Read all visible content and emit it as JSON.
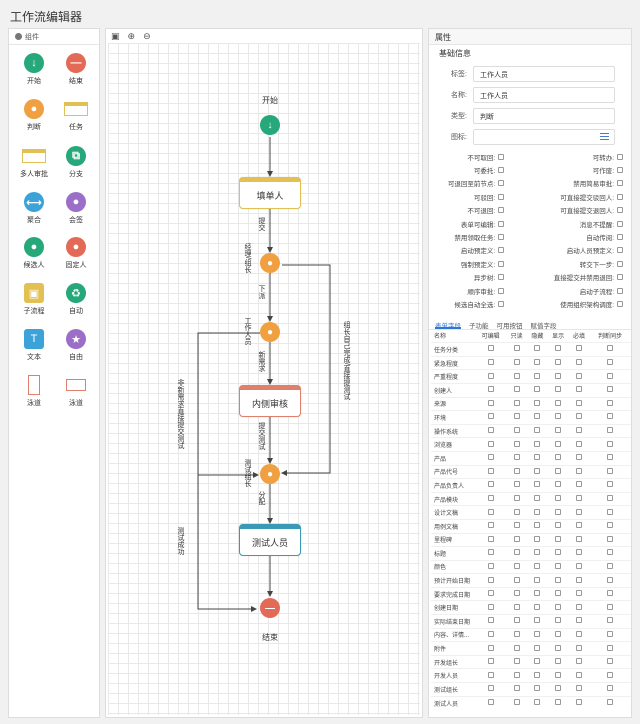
{
  "app": {
    "title": "工作流编辑器"
  },
  "palette": {
    "header": "组件",
    "items": [
      {
        "label": "开始",
        "icon": "arrow-down-icon",
        "color": "#26a87a"
      },
      {
        "label": "结束",
        "icon": "minus-icon",
        "color": "#e36a57"
      },
      {
        "label": "判断",
        "icon": "person-icon",
        "color": "#f0a040"
      },
      {
        "label": "任务",
        "icon": "task-rect-icon",
        "color": "#e3c054"
      },
      {
        "label": "多人审批",
        "icon": "task-rect-icon",
        "color": "#e3c054"
      },
      {
        "label": "分支",
        "icon": "branch-icon",
        "color": "#26a87a"
      },
      {
        "label": "聚合",
        "icon": "merge-icon",
        "color": "#3ba3d8"
      },
      {
        "label": "会签",
        "icon": "group-icon",
        "color": "#9b6fc7"
      },
      {
        "label": "候选人",
        "icon": "people-icon",
        "color": "#26a87a"
      },
      {
        "label": "固定人",
        "icon": "person-icon",
        "color": "#e36a57"
      },
      {
        "label": "子流程",
        "icon": "subprocess-icon",
        "color": "#e3c054"
      },
      {
        "label": "自动",
        "icon": "recycle-icon",
        "color": "#26a87a"
      },
      {
        "label": "文本",
        "icon": "text-icon",
        "color": "#3ba3d8"
      },
      {
        "label": "自由",
        "icon": "free-person-icon",
        "color": "#9b6fc7"
      },
      {
        "label": "泳道",
        "icon": "lane-vertical-icon",
        "color": "#e07f6c"
      },
      {
        "label": "泳道",
        "icon": "lane-horizontal-icon",
        "color": "#e07f6c"
      }
    ]
  },
  "canvas": {
    "toolbar": [
      "save-icon",
      "zoom-in-icon",
      "zoom-out-icon"
    ],
    "nodes": {
      "start": "开始",
      "fill": "填单人",
      "review": "内侧审核",
      "tester": "测试人员",
      "end": "结束"
    },
    "edges": {
      "submit": "提交",
      "manager": "经理/组长",
      "dispatch": "下派",
      "worker": "工作人员",
      "new_req": "新需求",
      "submit_test": "提交测试",
      "test_lead": "测试组长",
      "assign": "分配",
      "not_new": "非新需求直接提交测试",
      "lead_done": "组长自己完成/直接提测试",
      "test_pass": "测试成功"
    },
    "colors": {
      "start": "#26a87a",
      "end": "#e36a57",
      "fill": "#e3c054",
      "review": "#e07f6c",
      "tester": "#3a9ab5",
      "person": "#f0a040"
    }
  },
  "props": {
    "header": "属性",
    "section": "基础信息",
    "fields": [
      {
        "label": "标签:",
        "value": "工作人员"
      },
      {
        "label": "名称:",
        "value": "工作人员"
      },
      {
        "label": "类型:",
        "value": "判断"
      },
      {
        "label": "图标:",
        "value": ""
      }
    ],
    "checks": [
      [
        "不可取回:",
        "可转办:"
      ],
      [
        "可委托:",
        "可作废:"
      ],
      [
        "可退回至前节点:",
        "禁用简易审批:"
      ],
      [
        "可驳回:",
        "可直接提交驳回人:"
      ],
      [
        "不可退回:",
        "可直接提交退回人:"
      ],
      [
        "表单可编辑:",
        "消息不提醒:"
      ],
      [
        "禁用领取任务:",
        "自动传阅:"
      ],
      [
        "启动预定义:",
        "启动人员预定义:"
      ],
      [
        "强制预定义:",
        "转交下一步:"
      ],
      [
        "异步树:",
        "直接提交并禁用退回:"
      ],
      [
        "顺序审批:",
        "启动子流程:"
      ],
      [
        "候选自动全选:",
        "使用组织架构调度:"
      ]
    ],
    "tabs": [
      "表单字段",
      "子功能",
      "可用按钮",
      "赋值字段"
    ],
    "table": {
      "columns": [
        "名称",
        "可编辑",
        "只读",
        "隐藏",
        "显示",
        "必填",
        "判断同步"
      ],
      "rows": [
        "任务分类",
        "紧急程度",
        "严重程度",
        "创建人",
        "来源",
        "环境",
        "操作系统",
        "浏览器",
        "产品",
        "产品代号",
        "产品负责人",
        "产品模块",
        "设计文稿",
        "用例文稿",
        "里程碑",
        "标题",
        "颜色",
        "预计开始日期",
        "要求完成日期",
        "创建日期",
        "实际结束日期",
        "内容、详情...",
        "附件",
        "开发组长",
        "开发人员",
        "测试组长",
        "测试人员"
      ]
    }
  }
}
